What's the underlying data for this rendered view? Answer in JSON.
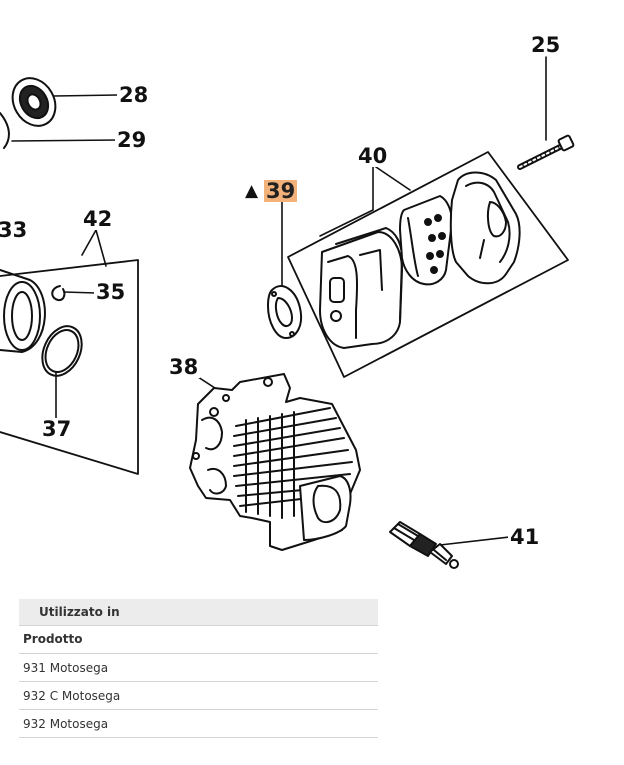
{
  "diagram": {
    "callouts": {
      "c25": "25",
      "c28": "28",
      "c29": "29",
      "c33": "33",
      "c42": "42",
      "c35": "35",
      "c37": "37",
      "c39": "39",
      "c40": "40",
      "c38": "38",
      "c41": "41"
    },
    "highlight_color": "#f3b27a",
    "warning_symbol": "▲"
  },
  "used_in": {
    "header": "Utilizzato in",
    "column": "Prodotto",
    "rows": [
      "931 Motosega",
      "932 C Motosega",
      "932 Motosega"
    ]
  }
}
